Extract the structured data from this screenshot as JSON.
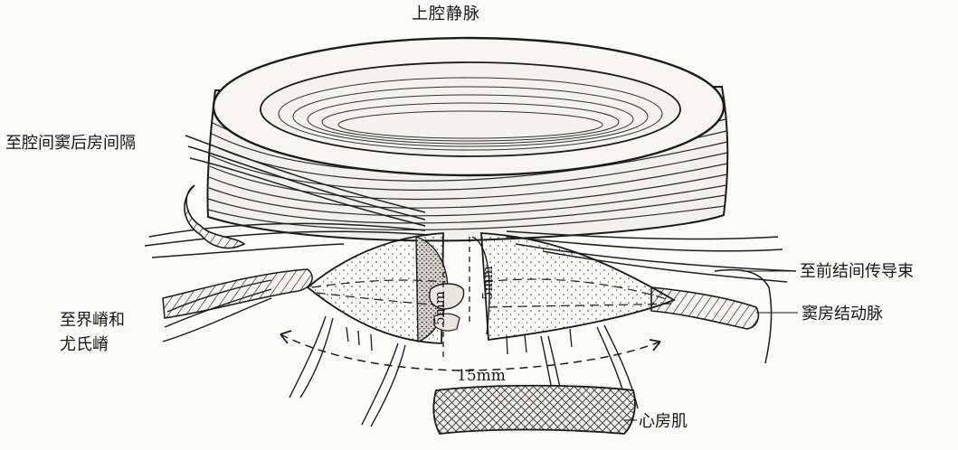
{
  "labels": {
    "superior_vena_cava": "上腔静脉",
    "to_intercaval_posterior_septum": "至腔间窦后房间隔",
    "to_anterior_internodal_tract": "至前结间传导束",
    "sinoatrial_nodal_artery": "窦房结动脉",
    "to_crista_terminalis_and_bachmann_line1": "至界嵴和",
    "to_crista_terminalis_and_bachmann_line2": "尤氏嵴",
    "dimension_15mm": "15mm",
    "dimension_5mm_left": "5mm",
    "dimension_5mm_right": "5mm",
    "atrial_muscle": "心房肌"
  },
  "colors": {
    "ink": "#1b1b1b",
    "paper": "#fbfbf9"
  }
}
